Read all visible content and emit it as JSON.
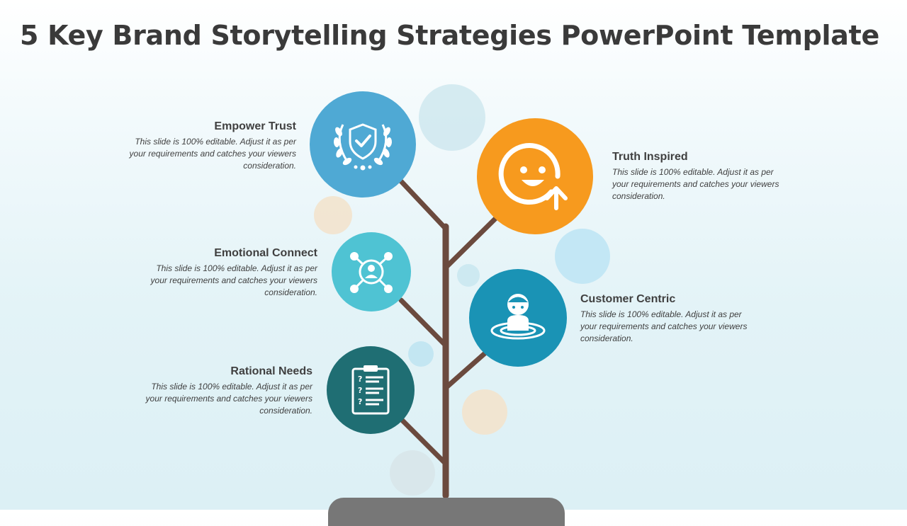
{
  "title": "5 Key Brand Storytelling Strategies PowerPoint Template",
  "colors": {
    "branch": "#6b4a3e",
    "empower_trust": "#4fa9d4",
    "truth_inspired": "#f79a1e",
    "emotional_connect": "#4fc3d3",
    "customer_centric": "#1a93b5",
    "rational_needs": "#1f6e73",
    "pot": "#777777"
  },
  "items": {
    "empower_trust": {
      "heading": "Empower Trust",
      "desc_lines": [
        "This slide is 100% editable. Adjust it as per",
        "your requirements and catches your viewers",
        "consideration."
      ],
      "icon": "shield-laurel-icon"
    },
    "truth_inspired": {
      "heading": "Truth Inspired",
      "desc_lines": [
        "This slide is 100% editable. Adjust it as per",
        "your requirements and catches your viewers",
        "consideration."
      ],
      "icon": "smile-arrow-up-icon"
    },
    "emotional_connect": {
      "heading": "Emotional Connect",
      "desc_lines": [
        "This slide is 100% editable. Adjust it as per",
        "your requirements and catches your viewers",
        "consideration."
      ],
      "icon": "network-person-icon"
    },
    "customer_centric": {
      "heading": "Customer Centric",
      "desc_lines": [
        "This slide is 100% editable. Adjust it as per",
        "your requirements and catches your viewers",
        "consideration."
      ],
      "icon": "person-target-icon"
    },
    "rational_needs": {
      "heading": "Rational Needs",
      "desc_lines": [
        "This slide is 100% editable. Adjust it as per",
        "your requirements and catches your viewers",
        "consideration."
      ],
      "icon": "checklist-clipboard-icon"
    }
  }
}
